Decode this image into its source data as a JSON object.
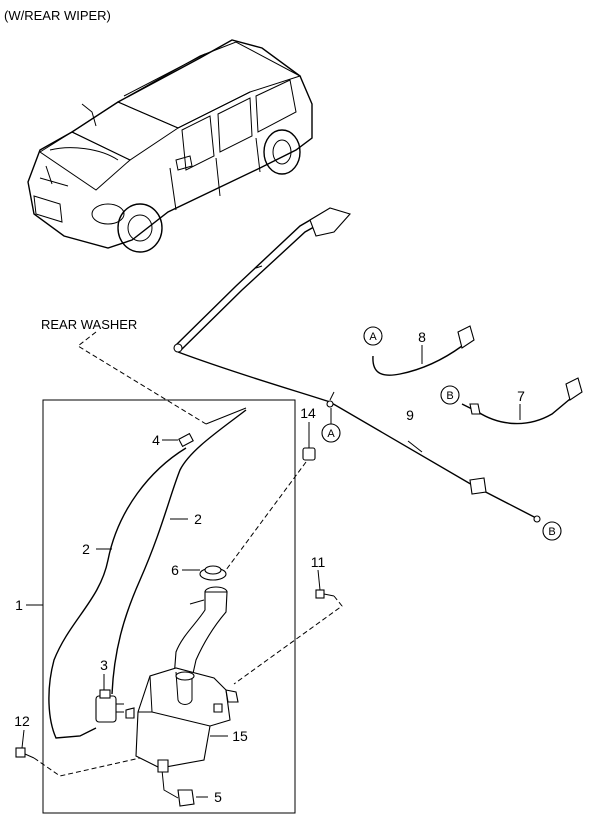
{
  "header": {
    "variant": "(W/REAR WIPER)"
  },
  "annotations": {
    "rear_washer": "REAR WASHER"
  },
  "connectors": {
    "a": "A",
    "b": "B"
  },
  "callouts": {
    "p1": "1",
    "p2a": "2",
    "p2b": "2",
    "p3": "3",
    "p4": "4",
    "p5": "5",
    "p6": "6",
    "p7": "7",
    "p8": "8",
    "p9": "9",
    "p11": "11",
    "p12": "12",
    "p14": "14",
    "p15": "15"
  }
}
